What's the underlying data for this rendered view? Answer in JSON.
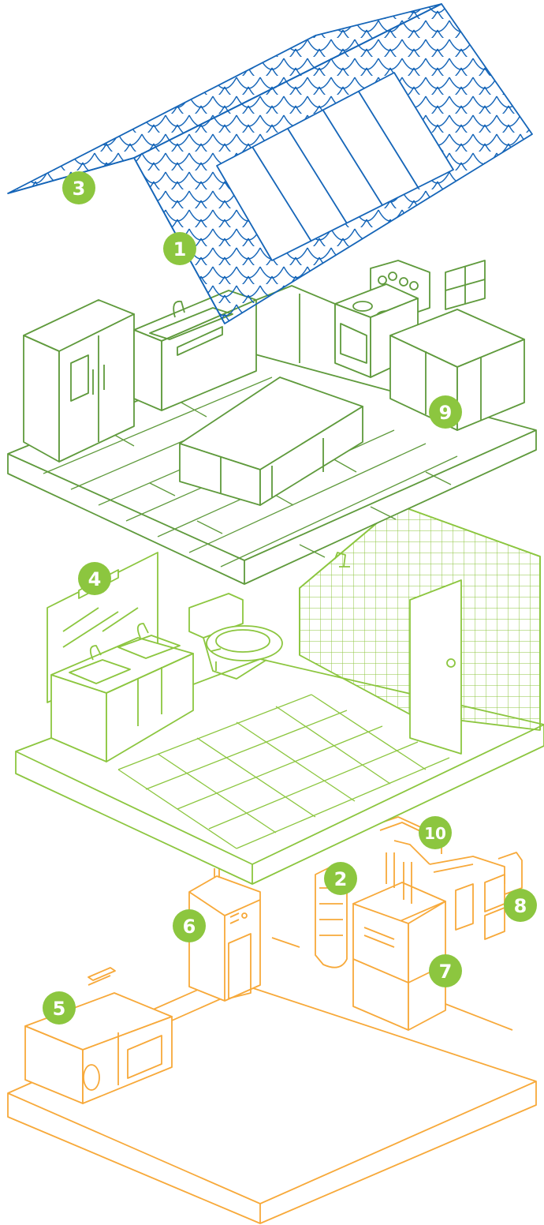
{
  "colors": {
    "roof": "#1565b8",
    "kitchen": "#5f9a3c",
    "bathroom": "#8cc63f",
    "basement": "#f7a93a",
    "badge": "#8cc63f"
  },
  "markers": [
    {
      "label": "1",
      "target": "roof"
    },
    {
      "label": "2",
      "target": "duct"
    },
    {
      "label": "3",
      "target": "roof-eave"
    },
    {
      "label": "4",
      "target": "vanity-light"
    },
    {
      "label": "5",
      "target": "washer-dryer"
    },
    {
      "label": "6",
      "target": "water-heater"
    },
    {
      "label": "7",
      "target": "furnace"
    },
    {
      "label": "8",
      "target": "electrical-panel"
    },
    {
      "label": "9",
      "target": "kitchen-cabinets"
    },
    {
      "label": "10",
      "target": "pipes"
    }
  ]
}
